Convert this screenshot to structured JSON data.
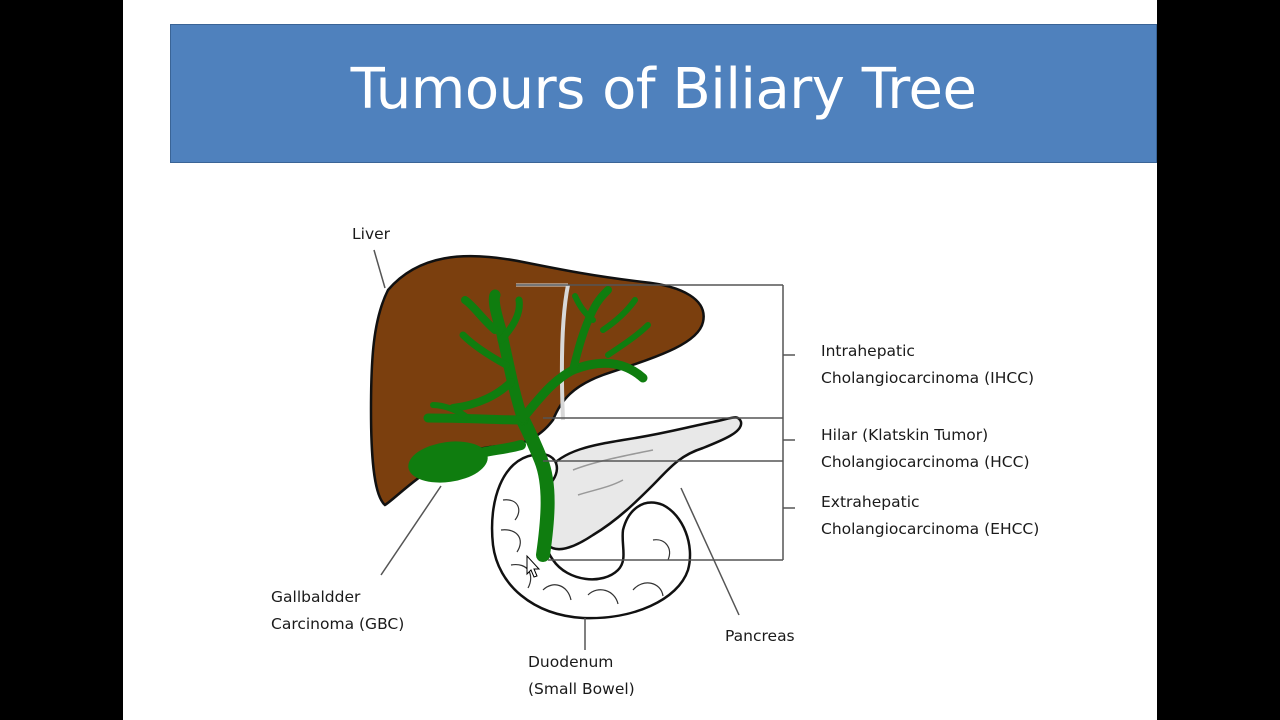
{
  "title": "Tumours of Biliary Tree",
  "labels": {
    "liver": "Liver",
    "ihcc_line1": "Intrahepatic",
    "ihcc_line2": "Cholangiocarcinoma  (IHCC)",
    "hilar_line1": "Hilar (Klatskin Tumor)",
    "hilar_line2": "Cholangiocarcinoma  (HCC)",
    "ehcc_line1": "Extrahepatic",
    "ehcc_line2": "Cholangiocarcinoma  (EHCC)",
    "gbc_line1": "Gallbaldder",
    "gbc_line2": "Carcinoma (GBC)",
    "pancreas": "Pancreas",
    "duodenum_line1": "Duodenum",
    "duodenum_line2": "(Small Bowel)"
  },
  "colors": {
    "title_bar": "#4f81bd",
    "liver": "#7b3f0e",
    "biliary_tree": "#0f7d0f",
    "background": "#000000"
  }
}
